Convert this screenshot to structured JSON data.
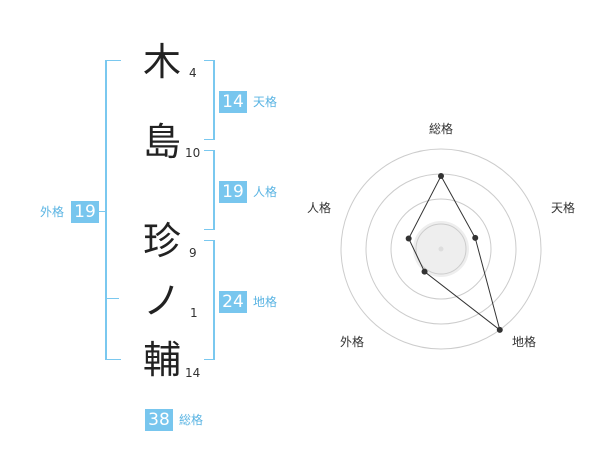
{
  "name": {
    "chars": [
      {
        "char": "木",
        "strokes": "4"
      },
      {
        "char": "島",
        "strokes": "10"
      },
      {
        "char": "珍",
        "strokes": "9"
      },
      {
        "char": "ノ",
        "strokes": "1"
      },
      {
        "char": "輔",
        "strokes": "14"
      }
    ]
  },
  "fortunes": {
    "tenkaku": {
      "value": "14",
      "label": "天格"
    },
    "jinkaku": {
      "value": "19",
      "label": "人格"
    },
    "chikaku": {
      "value": "24",
      "label": "地格"
    },
    "gaikaku": {
      "value": "19",
      "label": "外格"
    },
    "soukaku": {
      "value": "38",
      "label": "総格"
    }
  },
  "chart_data": {
    "type": "radar",
    "axes": [
      "総格",
      "天格",
      "地格",
      "外格",
      "人格"
    ],
    "values": [
      0.73,
      0.36,
      1.0,
      0.28,
      0.34
    ],
    "rings": 4,
    "colors": {
      "line": "#333333",
      "grid": "#cccccc",
      "fill": "#eeeeee"
    }
  }
}
